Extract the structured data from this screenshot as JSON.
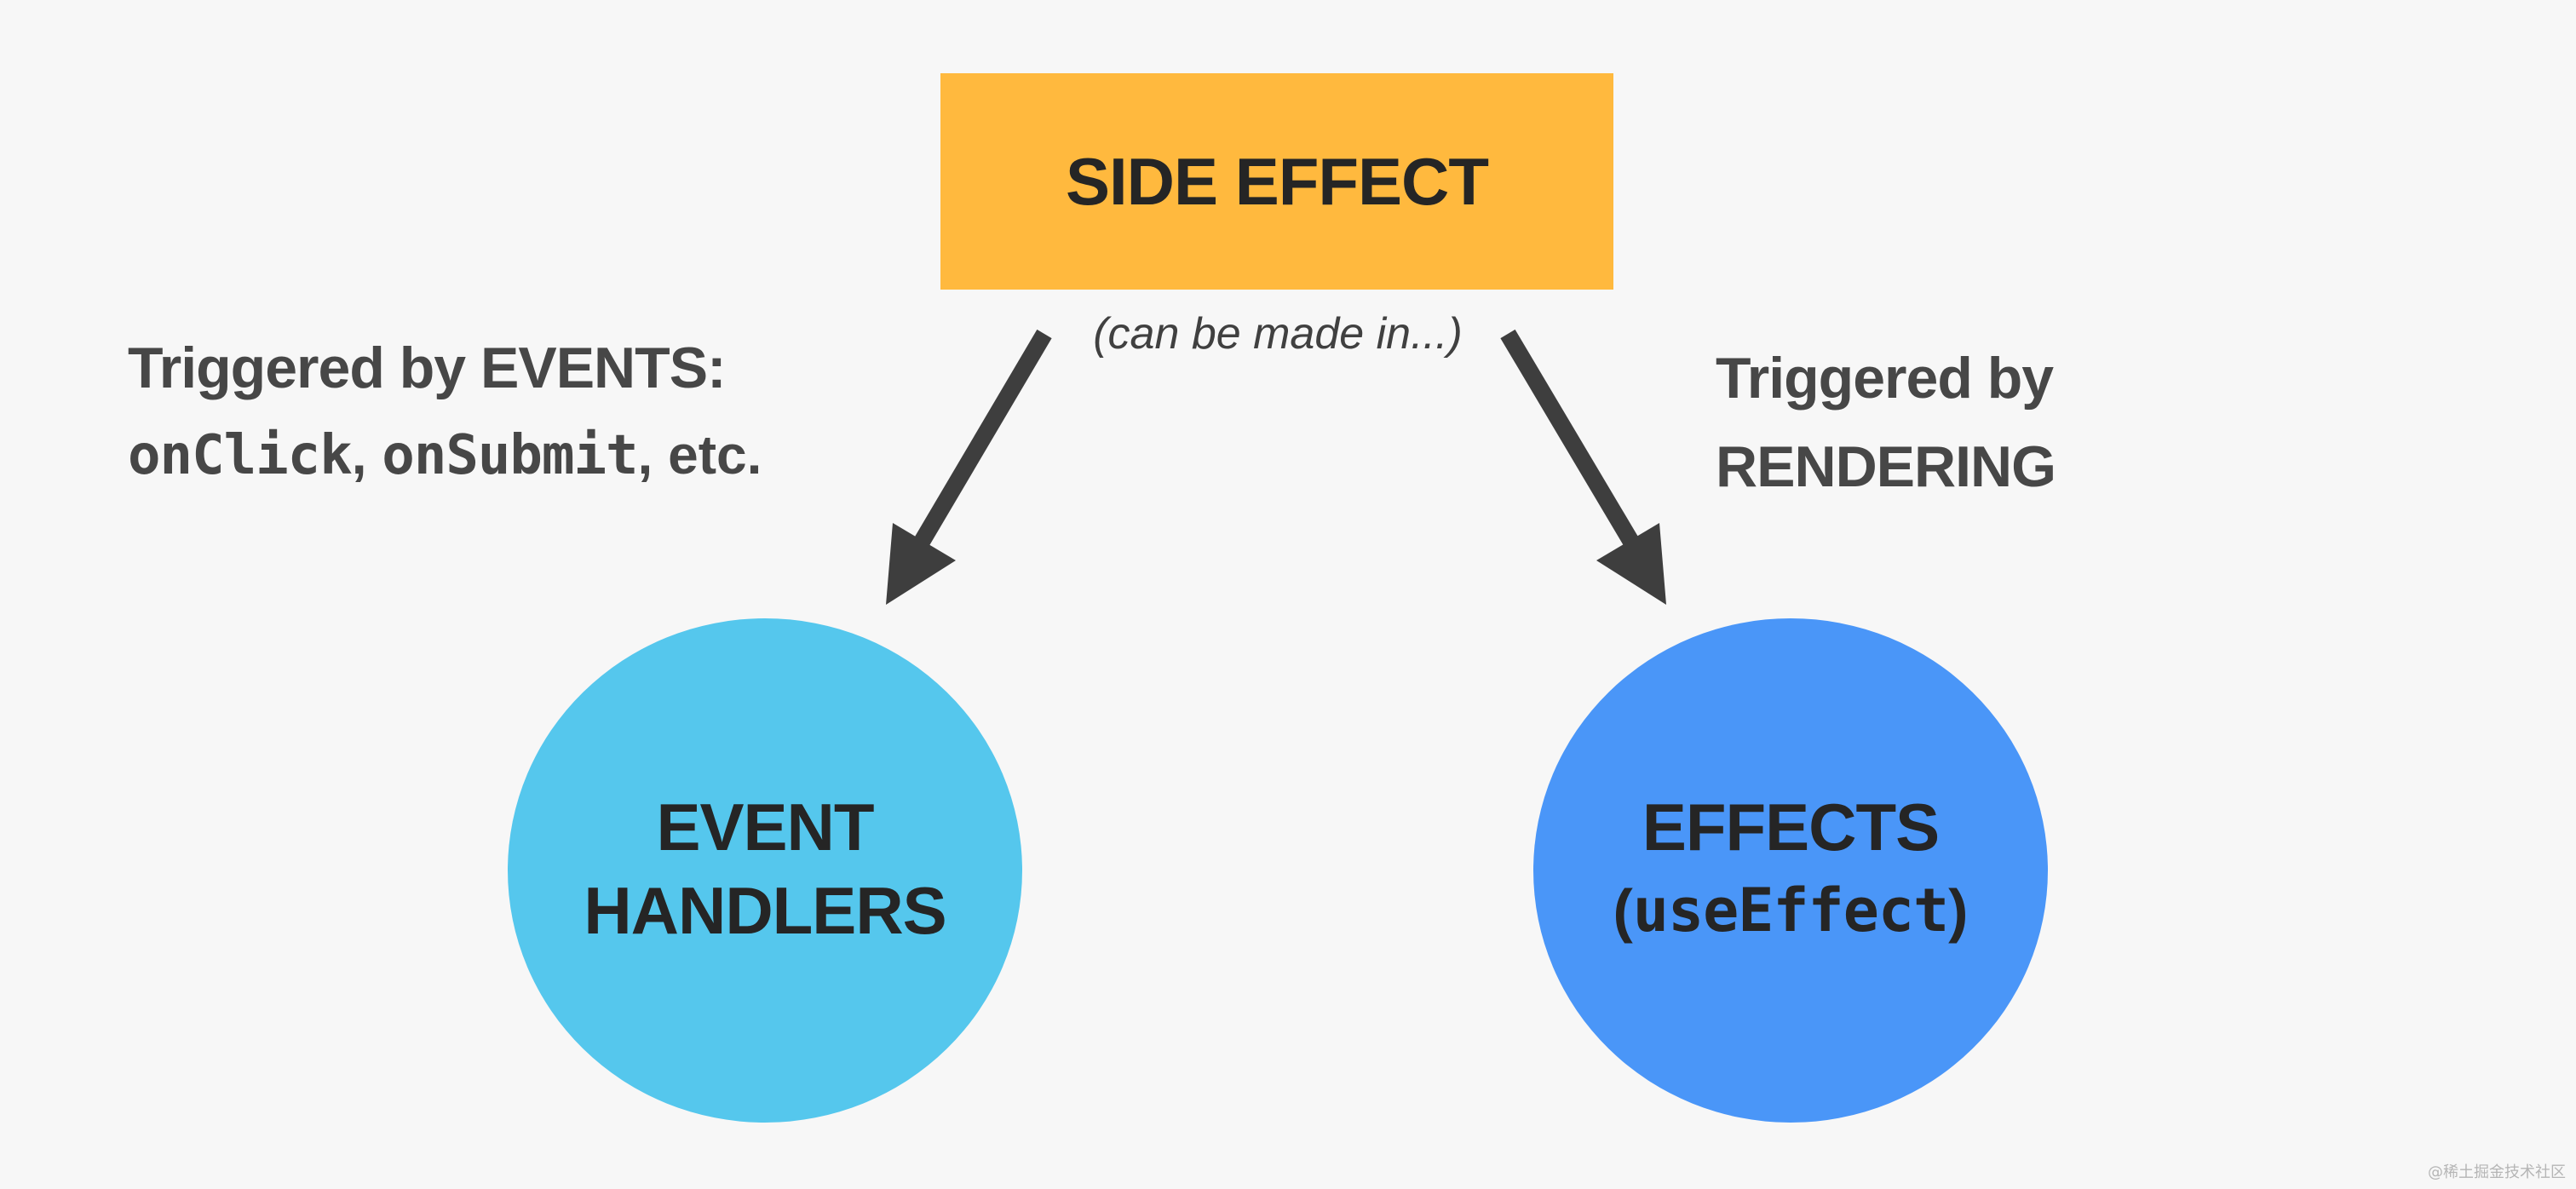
{
  "diagram": {
    "top_box": {
      "label": "SIDE EFFECT",
      "color": "#ffb93e"
    },
    "subtitle": "(can be made in...)",
    "left_note": {
      "line1": "Triggered by EVENTS:",
      "code1": "onClick",
      "sep1": ", ",
      "code2": "onSubmit",
      "tail": ", etc."
    },
    "right_note": {
      "line1": "Triggered by",
      "line2": "RENDERING"
    },
    "left_circle": {
      "line1": "EVENT",
      "line2": "HANDLERS",
      "color": "#55c7ed"
    },
    "right_circle": {
      "line1": "EFFECTS",
      "open_paren": "(",
      "code": "useEffect",
      "close_paren": ")",
      "color": "#4a96f8"
    },
    "arrow_color": "#3e3e3e",
    "text_color": "#252525"
  },
  "watermark": "@稀土掘金技术社区"
}
